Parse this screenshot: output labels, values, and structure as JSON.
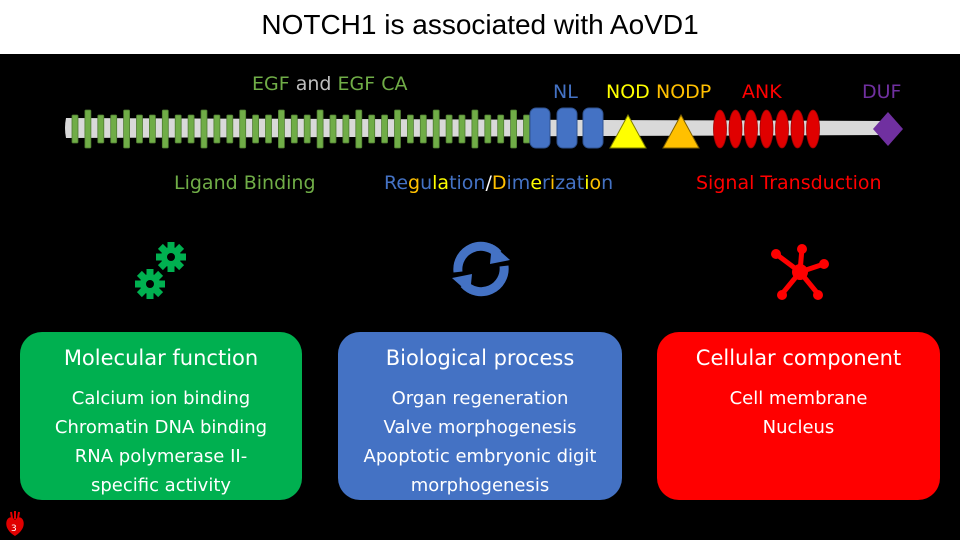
{
  "title": "NOTCH1 is associated with AoVD1",
  "domains": {
    "egf": {
      "parts": [
        {
          "text": "EGF",
          "color": "#70ad47"
        },
        {
          "text": " and ",
          "color": "#bfbfbf"
        },
        {
          "text": "EGF CA",
          "color": "#70ad47"
        }
      ]
    },
    "nl": {
      "text": "NL",
      "color": "#4472c4"
    },
    "nod": {
      "text": "NOD",
      "color": "#ffff00"
    },
    "nodp": {
      "text": "NODP",
      "color": "#ffc000"
    },
    "ank": {
      "text": "ANK",
      "color": "#ff0000"
    },
    "duf": {
      "text": "DUF",
      "color": "#7030a0"
    }
  },
  "regions": {
    "ligand": "Ligand Binding",
    "regulation": {
      "parts": [
        {
          "text": "Re",
          "color": "#4472c4"
        },
        {
          "text": "g",
          "color": "#ffc000"
        },
        {
          "text": "u",
          "color": "#4472c4"
        },
        {
          "text": "la",
          "color": "#ffff00"
        },
        {
          "text": "tion",
          "color": "#4472c4"
        },
        {
          "text": "/",
          "color": "#ffffff"
        },
        {
          "text": "D",
          "color": "#ffc000"
        },
        {
          "text": "im",
          "color": "#4472c4"
        },
        {
          "text": "e",
          "color": "#ffff00"
        },
        {
          "text": "r",
          "color": "#4472c4"
        },
        {
          "text": "i",
          "color": "#ffc000"
        },
        {
          "text": "zat",
          "color": "#4472c4"
        },
        {
          "text": "i",
          "color": "#ffff00"
        },
        {
          "text": "o",
          "color": "#ffc000"
        },
        {
          "text": "n",
          "color": "#4472c4"
        }
      ]
    },
    "signal": "Signal Transduction"
  },
  "icons": {
    "gears": "gears-icon",
    "refresh": "refresh-cycle-icon",
    "network": "molecule-network-icon",
    "logo": "anatomical-heart-icon"
  },
  "categories": [
    {
      "title": "Molecular function",
      "color": "#00b050",
      "items": [
        "Calcium ion binding",
        "Chromatin DNA binding",
        "RNA polymerase II-",
        "specific activity"
      ]
    },
    {
      "title": "Biological process",
      "color": "#4472c4",
      "items": [
        "Organ regeneration",
        "Valve morphogenesis",
        "Apoptotic embryonic digit",
        "morphogenesis"
      ]
    },
    {
      "title": "Cellular component",
      "color": "#ff0000",
      "items": [
        "Cell membrane",
        "Nucleus"
      ]
    }
  ],
  "colors": {
    "ligand": "#70ad47",
    "signal": "#ff0000",
    "egf_repeat": "#70ad47",
    "nl_block": "#4472c4",
    "ank_repeat": "#e00000"
  },
  "slide_number": "3"
}
